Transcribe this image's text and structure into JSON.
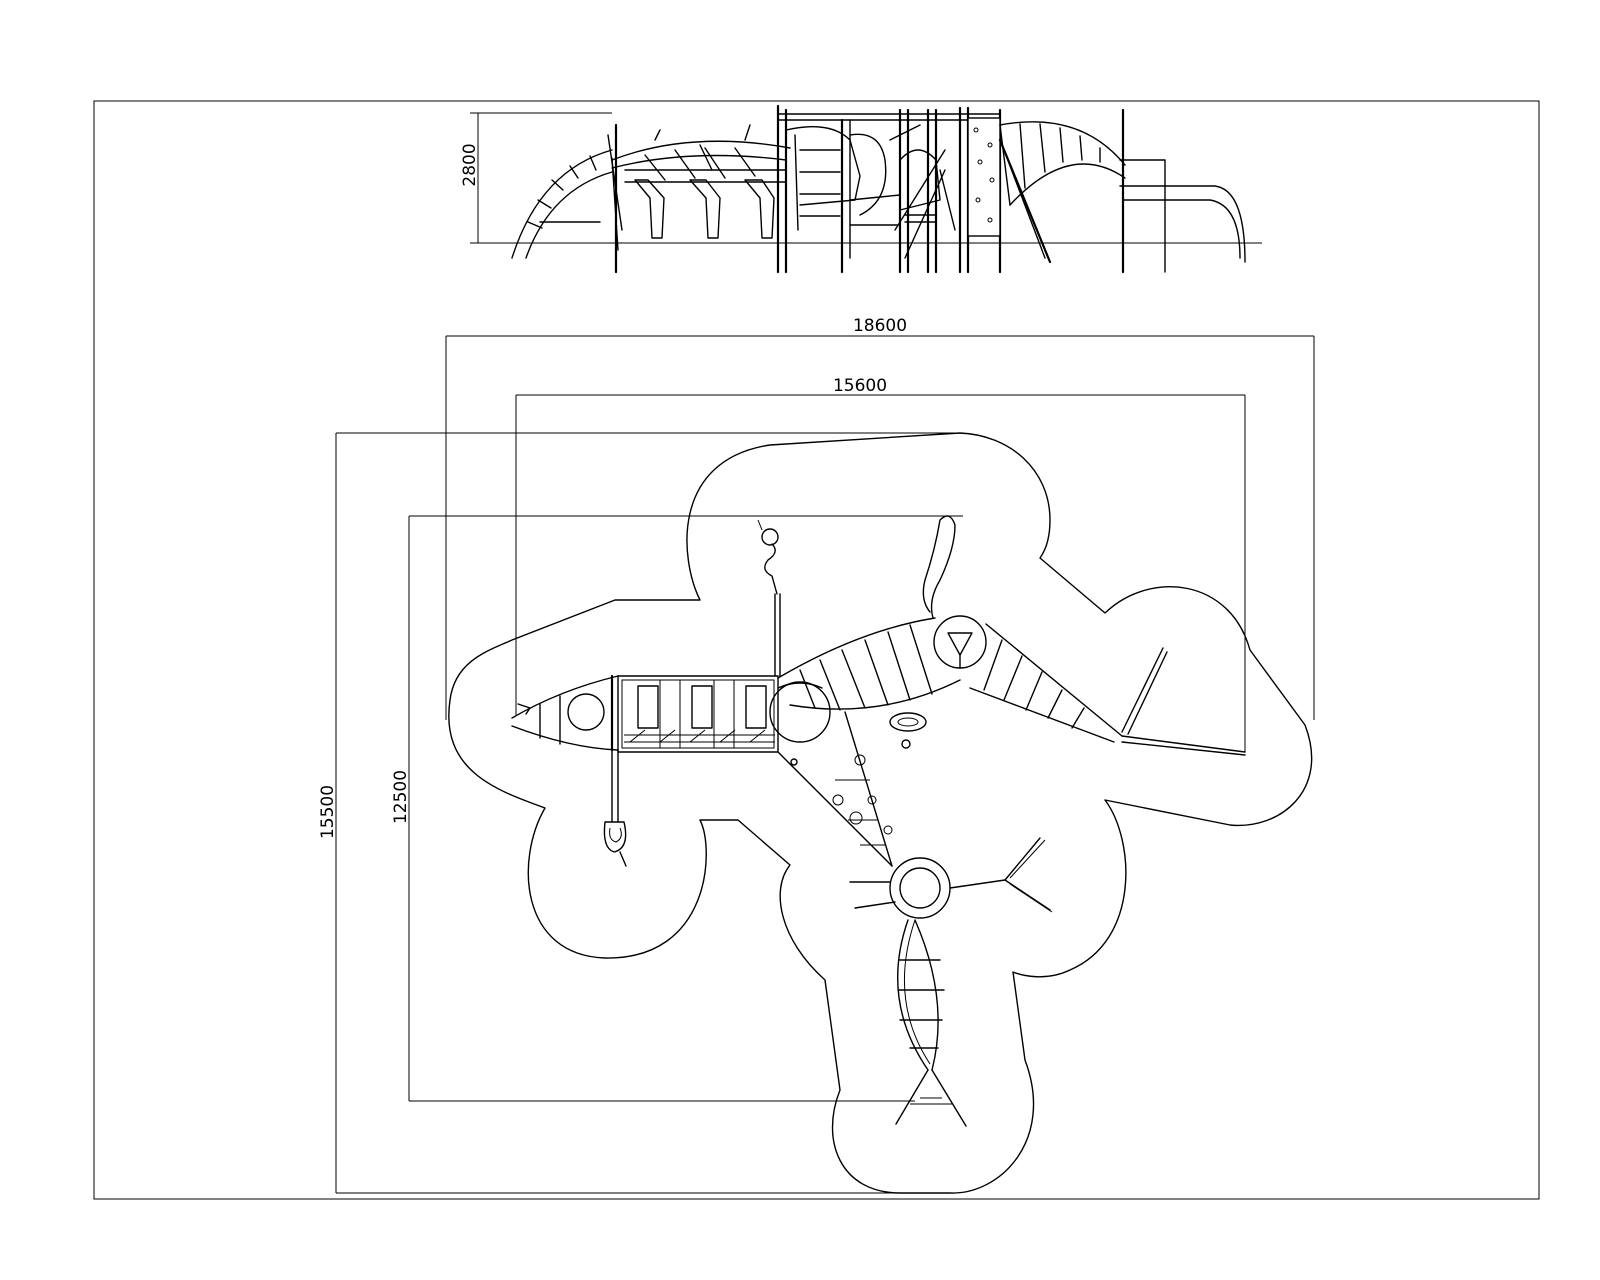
{
  "drawing": {
    "elevation": {
      "height_dimension": "2800"
    },
    "plan": {
      "overall_width": "18600",
      "equipment_width": "15600",
      "overall_depth": "15500",
      "equipment_depth": "12500"
    }
  }
}
